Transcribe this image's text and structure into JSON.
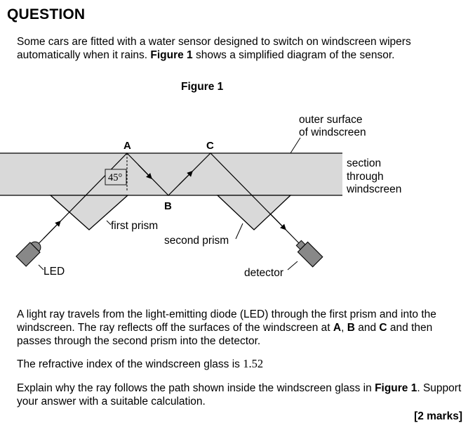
{
  "heading": "QUESTION",
  "intro": {
    "before": "Some cars are fitted with a water sensor designed to switch on windscreen wipers automatically when it rains. ",
    "figure_ref": "Figure 1",
    "after": " shows a simplified diagram of the sensor."
  },
  "figure": {
    "title": "Figure 1",
    "labels": {
      "outer_surface_line1": "outer surface",
      "outer_surface_line2": "of windscreen",
      "section_line1": "section",
      "section_line2": "through",
      "section_line3": "windscreen",
      "first_prism": "first prism",
      "second_prism": "second prism",
      "led": "LED",
      "detector": "detector",
      "point_a": "A",
      "point_b": "B",
      "point_c": "C",
      "angle": "45°"
    }
  },
  "description": {
    "text1": "A light ray travels from the light-emitting diode (LED) through the first prism and into the windscreen.  The ray reflects off the surfaces of the windscreen at ",
    "a": "A",
    "sep1": ", ",
    "b": "B",
    "sep2": " and ",
    "c": "C",
    "text2": " and then passes through the second prism into the detector."
  },
  "refractive": {
    "text": "The refractive index of the windscreen glass is ",
    "value": "1.52"
  },
  "task": {
    "before": "Explain why the ray follows the path shown inside the windscreen glass in ",
    "figure_ref": "Figure 1",
    "after": ". Support your answer with a suitable calculation."
  },
  "marks": "[2 marks]"
}
